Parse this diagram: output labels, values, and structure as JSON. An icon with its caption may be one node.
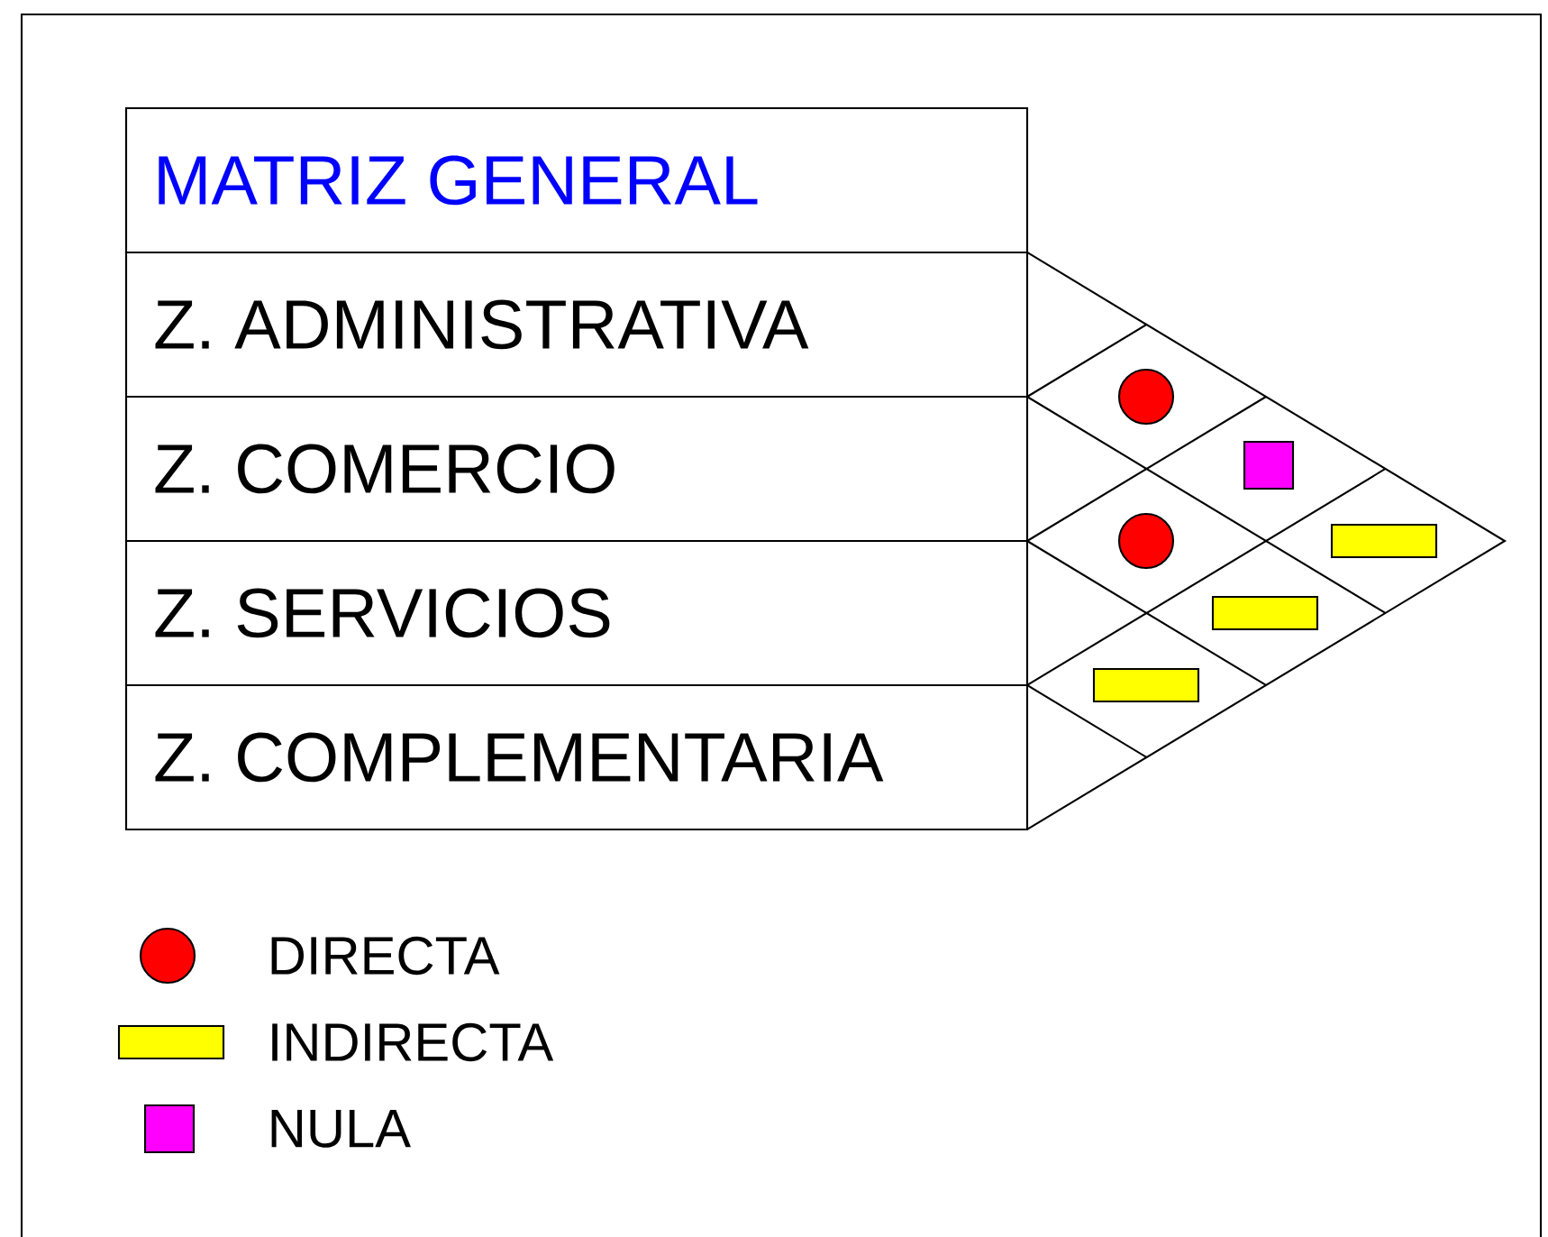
{
  "diagram": {
    "nodes": [
      {
        "text": [
          "MATRIZ GENERAL"
        ]
      },
      {
        "text": [
          "Z. ADMINISTRATIVA"
        ]
      },
      {
        "text": [
          "Z. COMERCIO"
        ]
      },
      {
        "text": [
          "Z. SERVICIOS"
        ]
      },
      {
        "text": [
          "Z. COMPLEMENTARIA"
        ]
      },
      {
        "text": [],
        "shape": "circle"
      },
      {
        "text": [],
        "shape": "box"
      },
      {
        "text": [],
        "shape": "bar"
      },
      {
        "text": [],
        "shape": "circle"
      },
      {
        "text": [],
        "shape": "bar"
      },
      {
        "text": [],
        "shape": "bar"
      }
    ],
    "edges": [],
    "legend": [
      {
        "text": "DIRECTA",
        "color": "#ff0000"
      },
      {
        "text": "INDIRECTA",
        "color": "#ffff00"
      },
      {
        "text": "NULA",
        "color": "#ff00ff"
      }
    ]
  }
}
